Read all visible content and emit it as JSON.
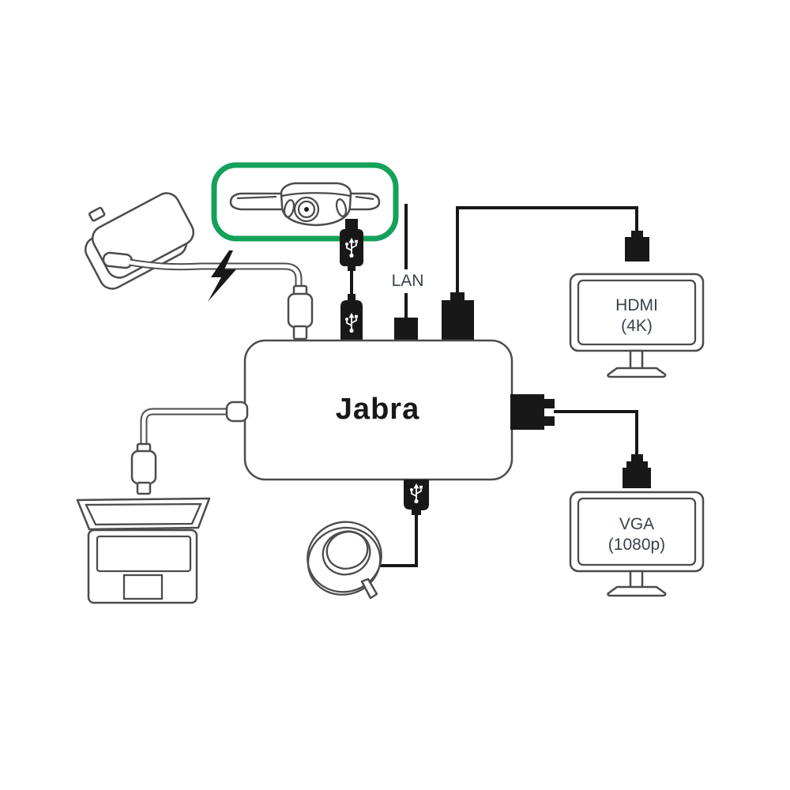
{
  "diagram": {
    "hub": {
      "logo": "Jabra"
    },
    "labels": {
      "lan": "LAN",
      "hdmi_line1": "HDMI",
      "hdmi_line2": "(4K)",
      "vga_line1": "VGA",
      "vga_line2": "(1080p)"
    },
    "icons": [
      "power-adapter-icon",
      "lightning-bolt-icon",
      "panacast-camera-icon",
      "usb-trident-icon",
      "usb-c-connector-icon",
      "lan-connector-icon",
      "hdmi-connector-icon",
      "vga-connector-icon",
      "hdmi-monitor-icon",
      "vga-monitor-icon",
      "laptop-icon",
      "speakerphone-icon",
      "usb-hub-icon",
      "camera-highlight-box"
    ],
    "colors": {
      "highlight": "#14A15A",
      "connector": "#181818",
      "outline": "#4c4c4c",
      "label_text": "#39414b",
      "logo_text": "#17181a",
      "background": "#ffffff"
    }
  }
}
